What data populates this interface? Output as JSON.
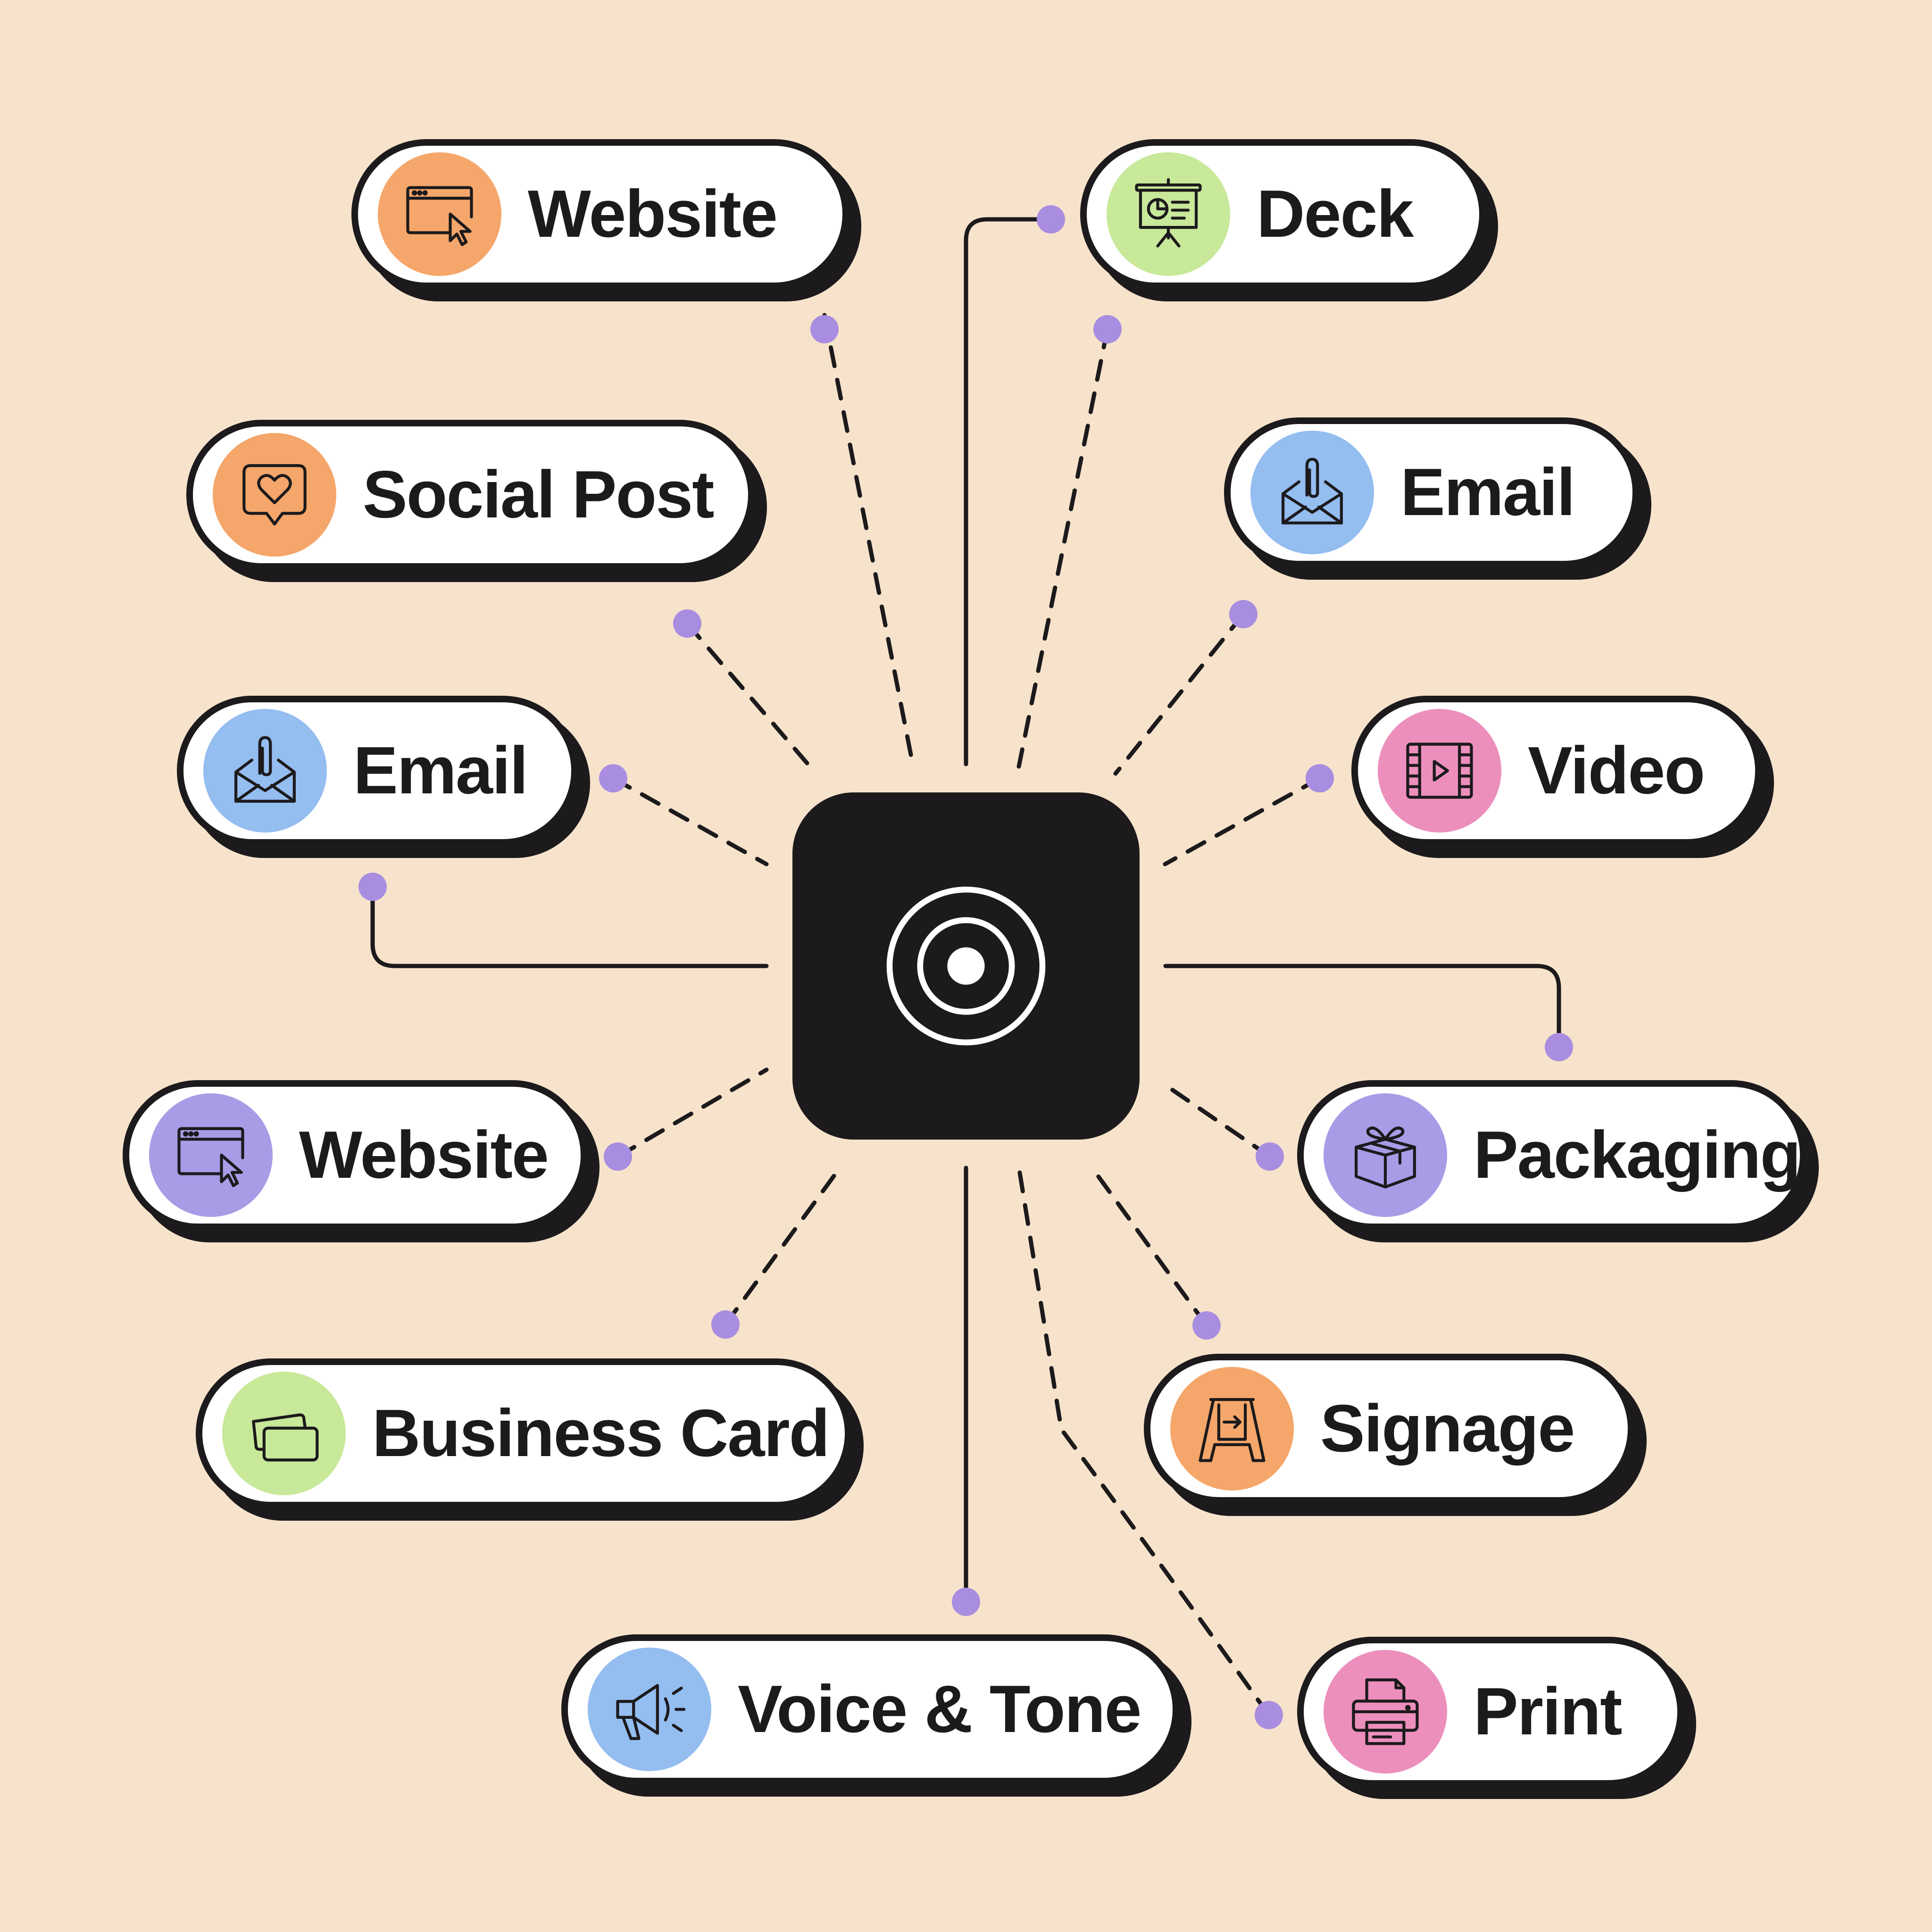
{
  "colors": {
    "background": "#f7e3cb",
    "outline": "#1c1a1c",
    "dot": "#a98de0",
    "orange": "#f5a66a",
    "green": "#c8e89a",
    "blue": "#94bdf0",
    "pink": "#ec8fbd",
    "purple": "#a99be6"
  },
  "hub": {
    "icon": "target-icon"
  },
  "nodes": [
    {
      "id": "website-top",
      "label": "Website",
      "icon": "browser-cursor-icon",
      "color": "orange"
    },
    {
      "id": "deck",
      "label": "Deck",
      "icon": "presentation-icon",
      "color": "green"
    },
    {
      "id": "social-post",
      "label": "Social Post",
      "icon": "heart-chat-icon",
      "color": "orange"
    },
    {
      "id": "email-right",
      "label": "Email",
      "icon": "envelope-clip-icon",
      "color": "blue"
    },
    {
      "id": "email-left",
      "label": "Email",
      "icon": "envelope-clip-icon",
      "color": "blue"
    },
    {
      "id": "video",
      "label": "Video",
      "icon": "film-play-icon",
      "color": "pink"
    },
    {
      "id": "website-bottom",
      "label": "Website",
      "icon": "browser-cursor-icon",
      "color": "purple"
    },
    {
      "id": "packaging",
      "label": "Packaging",
      "icon": "gift-box-icon",
      "color": "purple"
    },
    {
      "id": "business-card",
      "label": "Business Card",
      "icon": "cards-icon",
      "color": "green"
    },
    {
      "id": "signage",
      "label": "Signage",
      "icon": "sign-board-icon",
      "color": "orange"
    },
    {
      "id": "voice-tone",
      "label": "Voice & Tone",
      "icon": "megaphone-icon",
      "color": "blue"
    },
    {
      "id": "print",
      "label": "Print",
      "icon": "printer-icon",
      "color": "pink"
    }
  ]
}
